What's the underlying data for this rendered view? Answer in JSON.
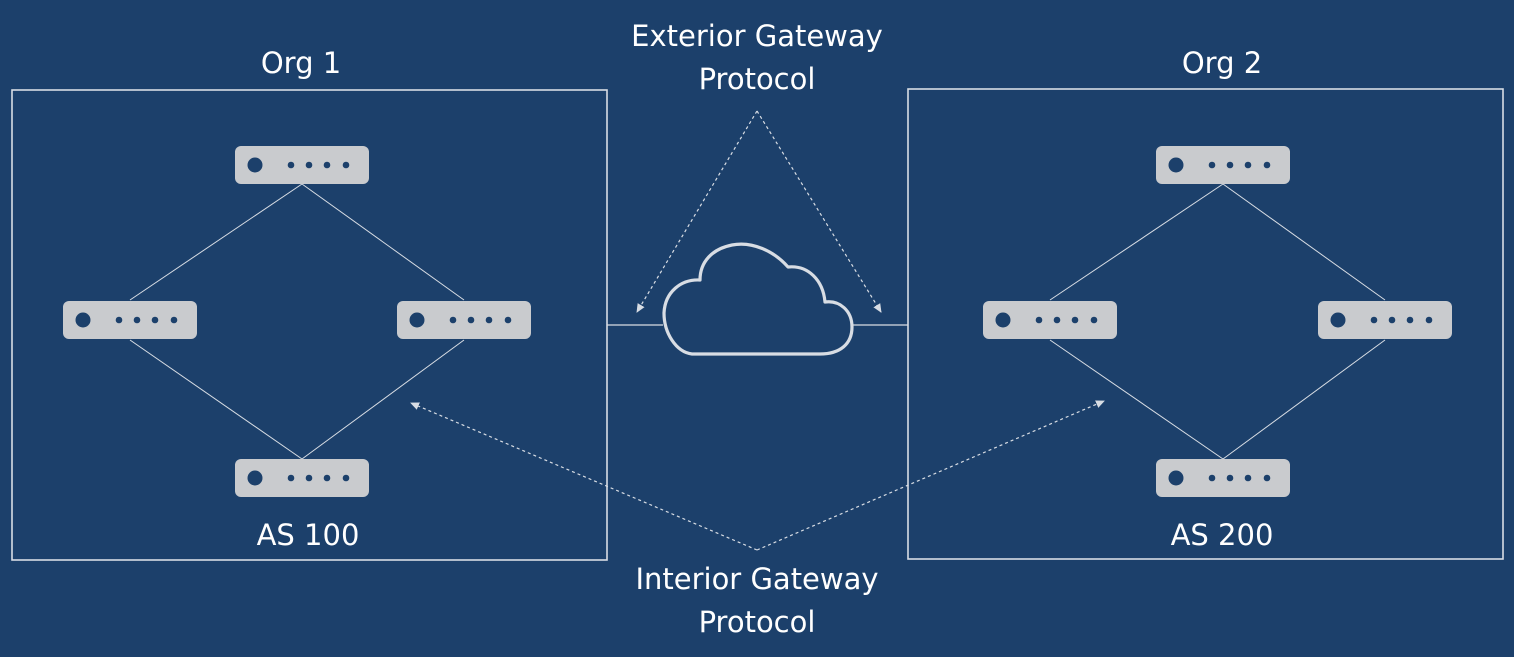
{
  "colors": {
    "background": "#1c406b",
    "outline": "#d8dde4",
    "router_fill": "#c9cbce",
    "router_dot": "#1c406b"
  },
  "labels": {
    "egp_line1": "Exterior Gateway",
    "egp_line2": "Protocol",
    "igp_line1": "Interior Gateway",
    "igp_line2": "Protocol"
  },
  "orgs": [
    {
      "name": "Org 1",
      "as_label": "AS 100"
    },
    {
      "name": "Org 2",
      "as_label": "AS 200"
    }
  ],
  "icons": {
    "router": "router-icon",
    "cloud": "cloud-icon"
  }
}
